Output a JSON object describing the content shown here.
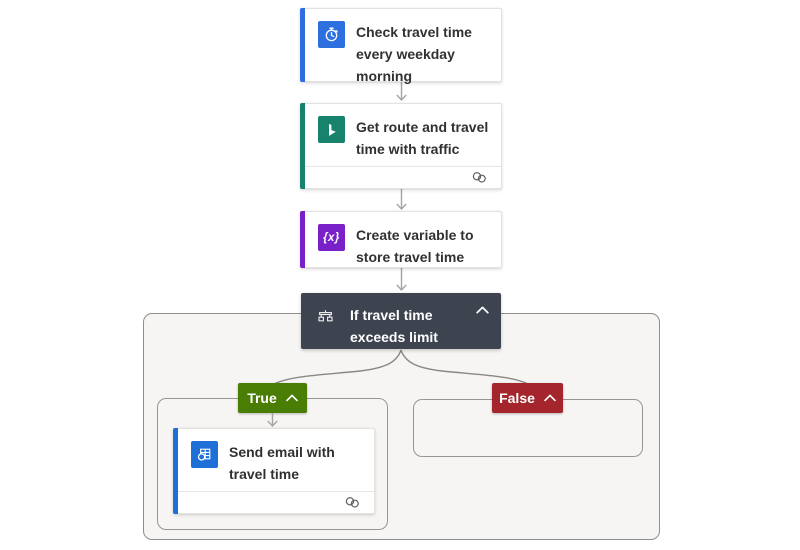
{
  "flow": {
    "trigger": {
      "title": "Check travel time every weekday morning",
      "icon": "recurrence-clock-icon",
      "accent": "#2e6fe0"
    },
    "get_route": {
      "title": "Get route and travel time with traffic",
      "icon": "bing-maps-icon",
      "accent": "#17836d"
    },
    "create_variable": {
      "title": "Create variable to store travel time",
      "icon": "variable-icon",
      "glyph": "{x}",
      "accent": "#7a20c9"
    },
    "condition": {
      "title": "If travel time exceeds limit",
      "icon": "condition-branch-icon",
      "background": "#3d4450"
    },
    "true_branch": {
      "label": "True",
      "background": "#497d04"
    },
    "false_branch": {
      "label": "False",
      "background": "#a4262c"
    },
    "send_email": {
      "title": "Send email with travel time",
      "icon": "outlook-icon",
      "accent": "#1f6fd8"
    },
    "colors": {
      "connector": "#8a8886",
      "arrow": "#a6a4a2"
    }
  }
}
